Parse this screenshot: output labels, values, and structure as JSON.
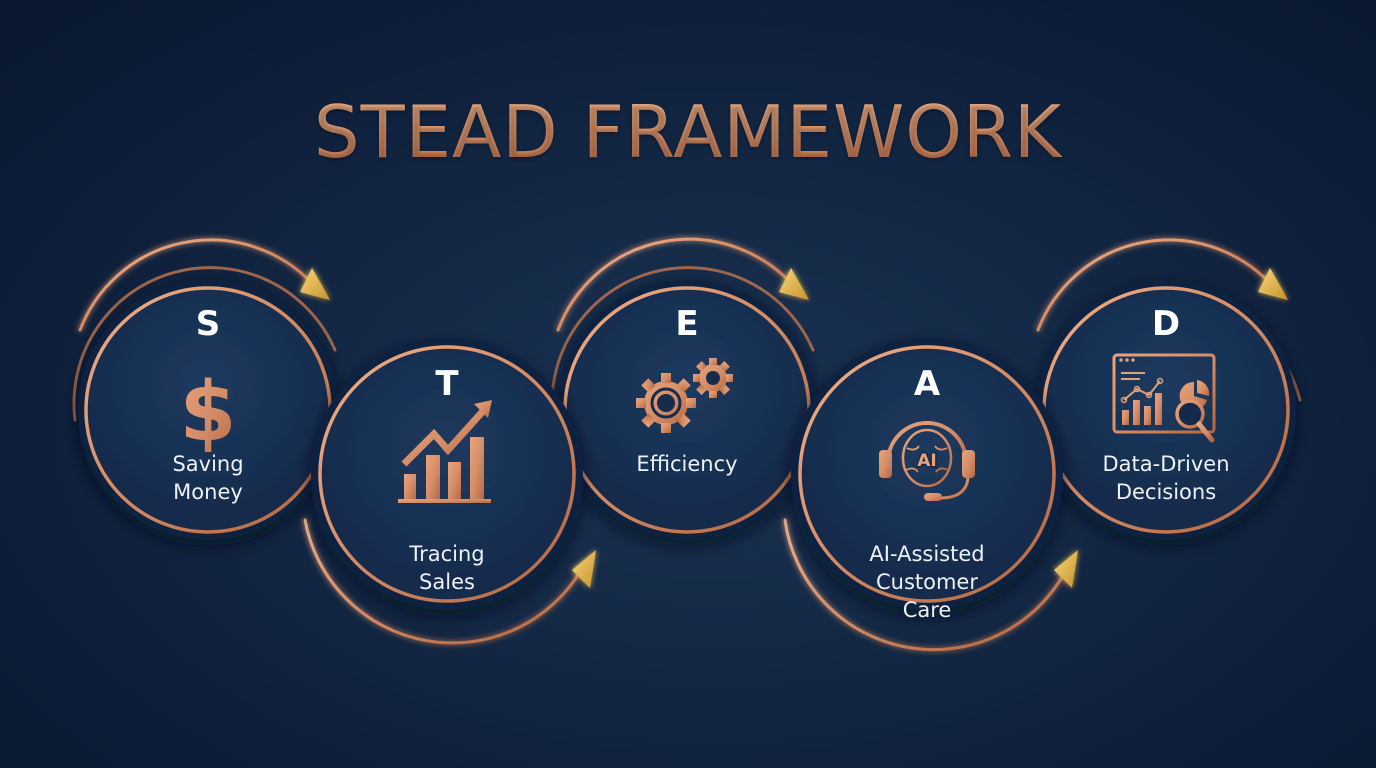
{
  "title": "STEAD FRAMEWORK",
  "colors": {
    "background": "#0e1f3a",
    "copper": "#d9916a",
    "copper_dark": "#b8683f",
    "gold_arrow": "#e8b84e",
    "text": "#ffffff"
  },
  "steps": [
    {
      "letter": "S",
      "label": "Saving\nMoney",
      "icon": "dollar-sign-icon",
      "position": "top"
    },
    {
      "letter": "T",
      "label": "Tracing\nSales",
      "icon": "growth-chart-icon",
      "position": "bottom"
    },
    {
      "letter": "E",
      "label": "Efficiency",
      "icon": "gears-icon",
      "position": "top"
    },
    {
      "letter": "A",
      "label": "AI-Assisted\nCustomer\nCare",
      "icon": "ai-headset-icon",
      "position": "bottom"
    },
    {
      "letter": "D",
      "label": "Data-Driven\nDecisions",
      "icon": "analytics-dashboard-icon",
      "position": "top"
    }
  ],
  "icon_text": {
    "ai_badge": "AI"
  }
}
